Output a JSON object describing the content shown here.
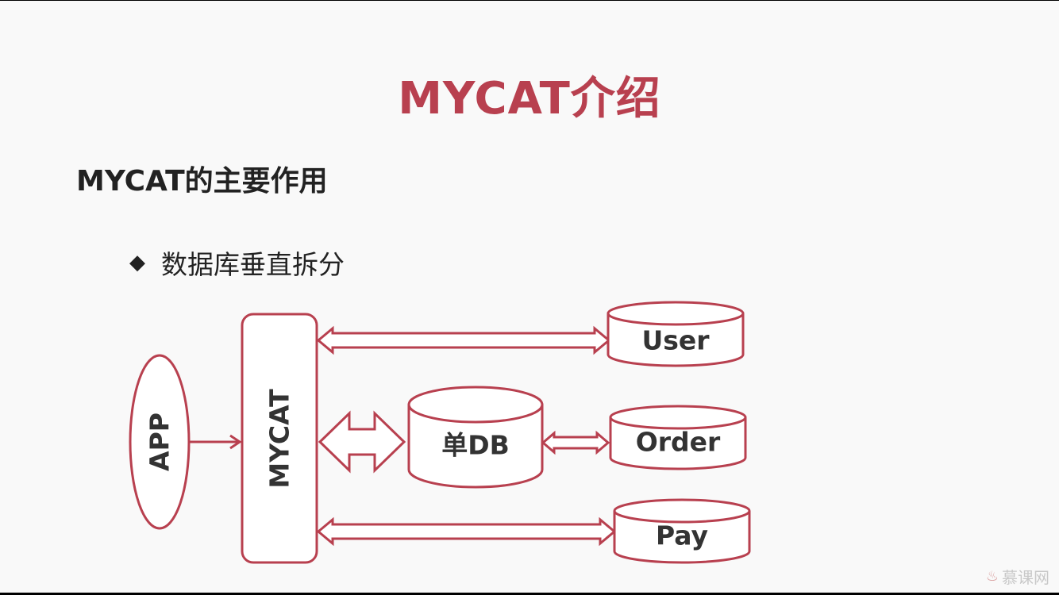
{
  "slide": {
    "title": "MYCAT介绍",
    "subtitle": "MYCAT的主要作用",
    "bullet": {
      "icon": "diamond-bullet-icon",
      "text": "数据库垂直拆分"
    }
  },
  "diagram": {
    "nodes": {
      "app": "APP",
      "mycat": "MYCAT",
      "single_db": "单DB",
      "user": "User",
      "order": "Order",
      "pay": "Pay"
    },
    "colors": {
      "accent": "#b8404f",
      "text": "#333333",
      "fill": "#ffffff"
    }
  },
  "watermark": {
    "icon": "flame-icon",
    "text": "慕课网"
  }
}
